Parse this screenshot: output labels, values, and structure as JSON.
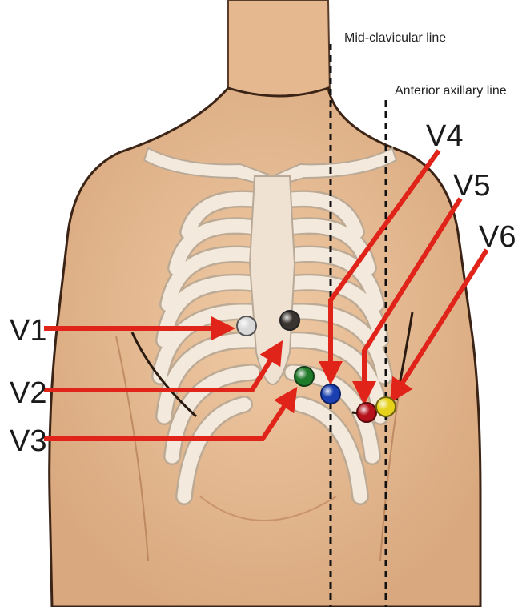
{
  "labels": {
    "mid_clavicular": "Mid-clavicular line",
    "anterior_axillary": "Anterior axillary line"
  },
  "leads": [
    {
      "id": "v1",
      "label": "V1",
      "color": "#d9d9d9"
    },
    {
      "id": "v2",
      "label": "V2",
      "color": "#3a3430"
    },
    {
      "id": "v3",
      "label": "V3",
      "color": "#1f7a2a"
    },
    {
      "id": "v4",
      "label": "V4",
      "color": "#1a3fb0"
    },
    {
      "id": "v5",
      "label": "V5",
      "color": "#b5121b"
    },
    {
      "id": "v6",
      "label": "V6",
      "color": "#e6d21a"
    }
  ],
  "colors": {
    "skin": "#e8bd95",
    "skin_shadow": "#d9a57a",
    "bone": "#f3e9dc",
    "bone_outline": "#b9a996",
    "arrow": "#e0241a"
  }
}
